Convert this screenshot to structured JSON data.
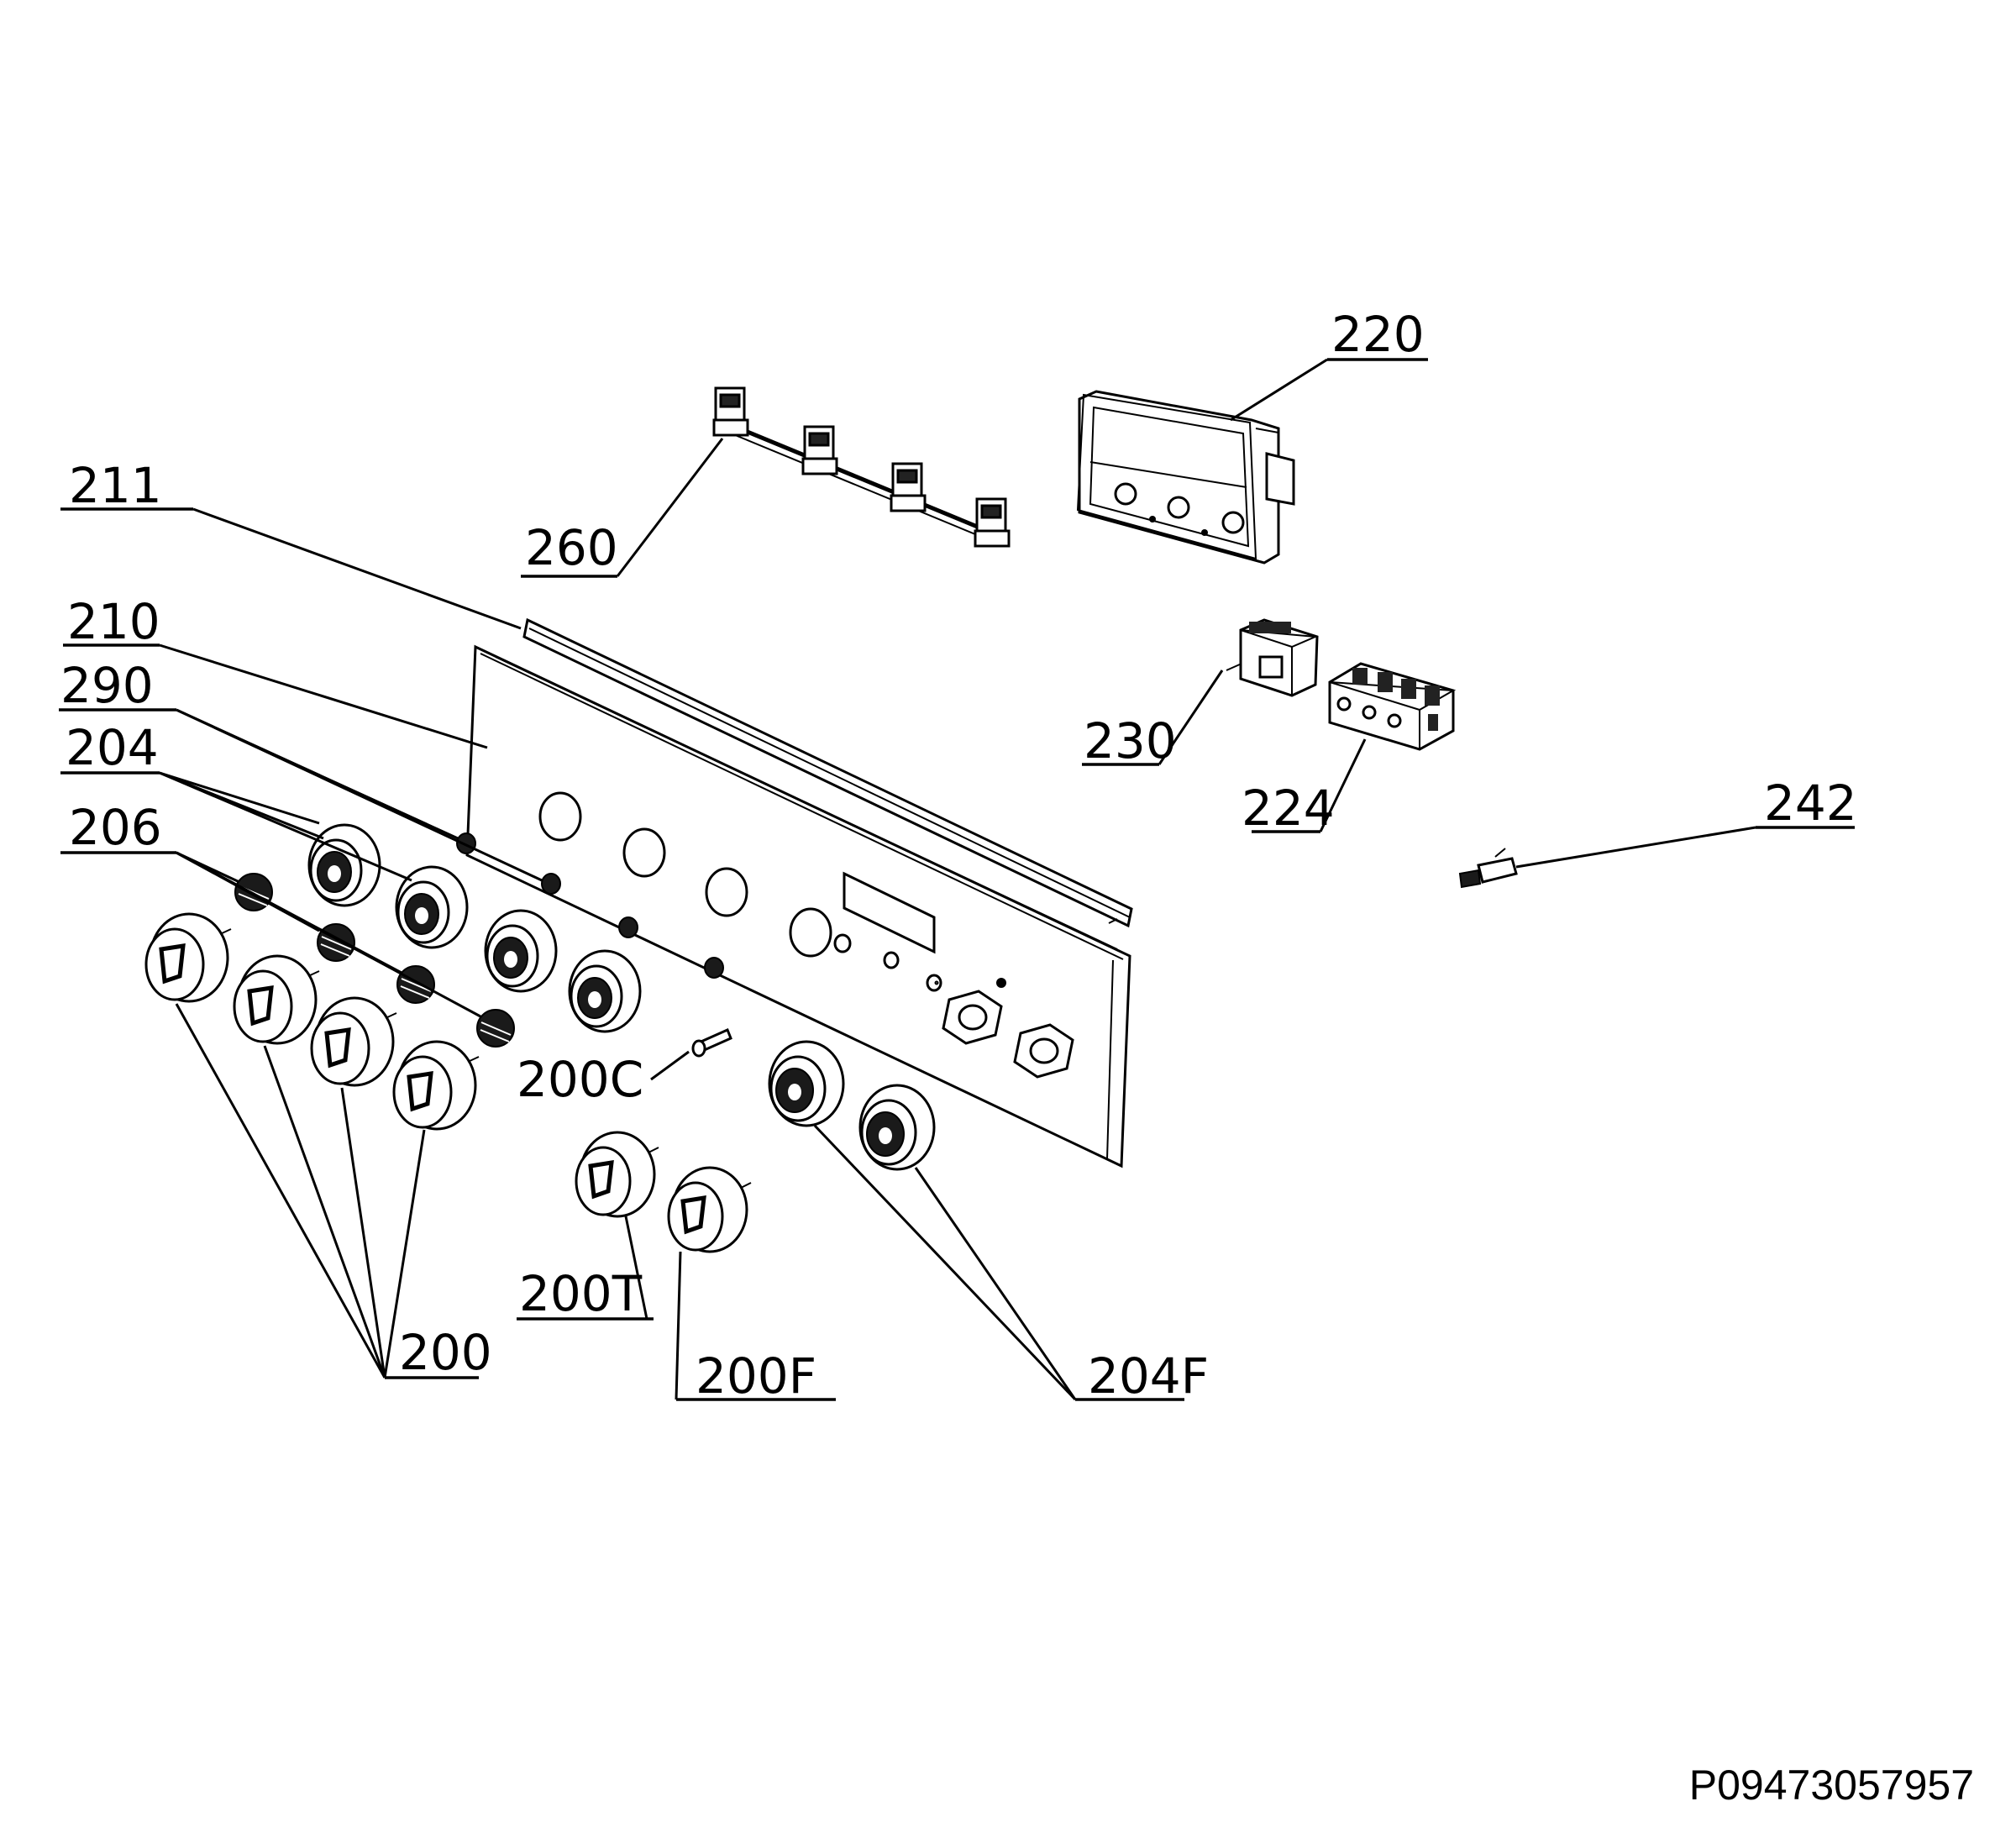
{
  "diagram": {
    "labels": {
      "p220": "220",
      "p211": "211",
      "p260": "260",
      "p210": "210",
      "p290": "290",
      "p204": "204",
      "p206": "206",
      "p230": "230",
      "p224": "224",
      "p242": "242",
      "p200c": "200C",
      "p200t": "200T",
      "p200": "200",
      "p200f": "200F",
      "p204f": "204F"
    },
    "document_code": "P09473057957"
  },
  "colors": {
    "line": "#000000",
    "background": "#ffffff"
  }
}
